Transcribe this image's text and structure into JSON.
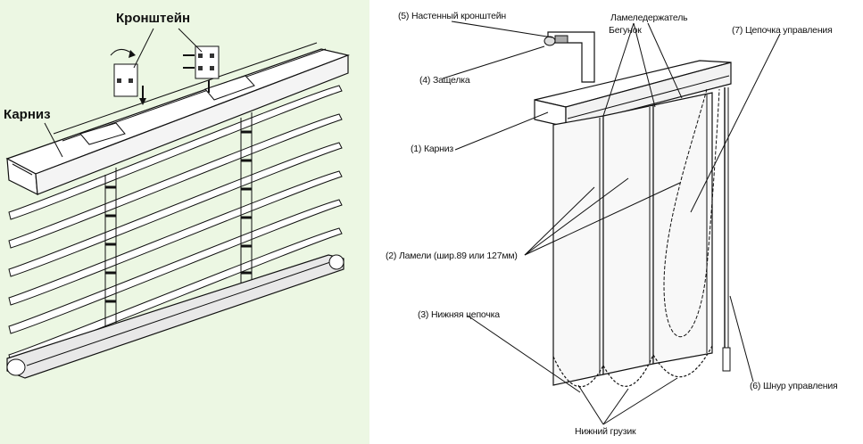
{
  "left_diagram": {
    "label_bracket": "Кронштейн",
    "label_cornice": "Карниз"
  },
  "right_diagram": {
    "label_wall_bracket": "(5) Настенный кронштейн",
    "label_slat_holder": "Ламеледержатель",
    "label_runner": "Бегунок",
    "label_control_chain": "(7) Цепочка управления",
    "label_latch": "(4) Защелка",
    "label_cornice": "(1) Карниз",
    "label_slats": "(2) Ламели (шир.89 или 127мм)",
    "label_bottom_chain": "(3) Нижняя цепочка",
    "label_control_cord": "(6) Шнур управления",
    "label_bottom_weight": "Нижний грузик"
  },
  "colors": {
    "left_background": "#ecf7e3",
    "right_background": "#ffffff",
    "line": "#111111",
    "slat_fill": "#ffffff"
  }
}
